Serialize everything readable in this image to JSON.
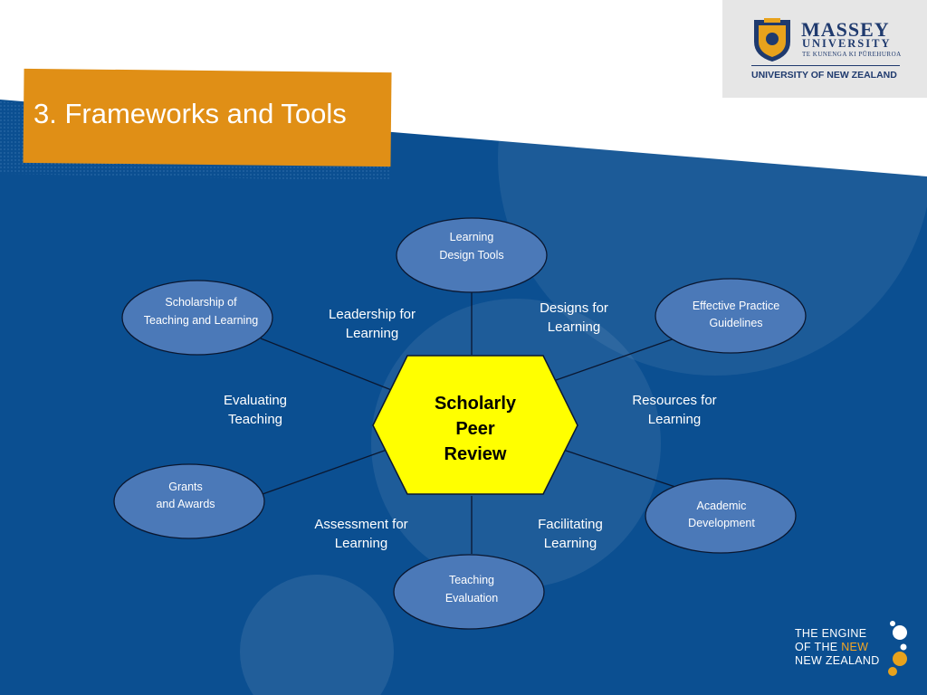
{
  "slide": {
    "title": "3. Frameworks and Tools",
    "center": [
      "Scholarly",
      "Peer",
      "Review"
    ]
  },
  "logo": {
    "line1": "MASSEY",
    "line2": "UNIVERSITY",
    "line3": "TE KUNENGA KI PŪREHUROA",
    "line4": "UNIVERSITY OF NEW ZEALAND"
  },
  "nodes": [
    {
      "lines": [
        "Learning",
        "Design Tools"
      ]
    },
    {
      "lines": [
        "Effective Practice",
        "Guidelines"
      ]
    },
    {
      "lines": [
        "Academic",
        "Development"
      ]
    },
    {
      "lines": [
        "Teaching",
        "Evaluation"
      ]
    },
    {
      "lines": [
        "Grants",
        "and Awards"
      ]
    },
    {
      "lines": [
        "Scholarship of",
        "Teaching and Learning"
      ]
    }
  ],
  "edge_labels": [
    {
      "lines": [
        "Leadership for",
        "Learning"
      ]
    },
    {
      "lines": [
        "Designs for",
        "Learning"
      ]
    },
    {
      "lines": [
        "Evaluating",
        "Teaching"
      ]
    },
    {
      "lines": [
        "Resources for",
        "Learning"
      ]
    },
    {
      "lines": [
        "Assessment for",
        "Learning"
      ]
    },
    {
      "lines": [
        "Facilitating",
        "Learning"
      ]
    }
  ],
  "tagline": {
    "line1": "THE ENGINE",
    "line2a": "OF THE ",
    "line2b": "NEW",
    "line3": "NEW ZEALAND"
  },
  "colors": {
    "background": "#0b4f91",
    "accent": "#e08f16",
    "ellipse_fill": "#4b79b8",
    "hexagon_fill": "#ffff00"
  }
}
